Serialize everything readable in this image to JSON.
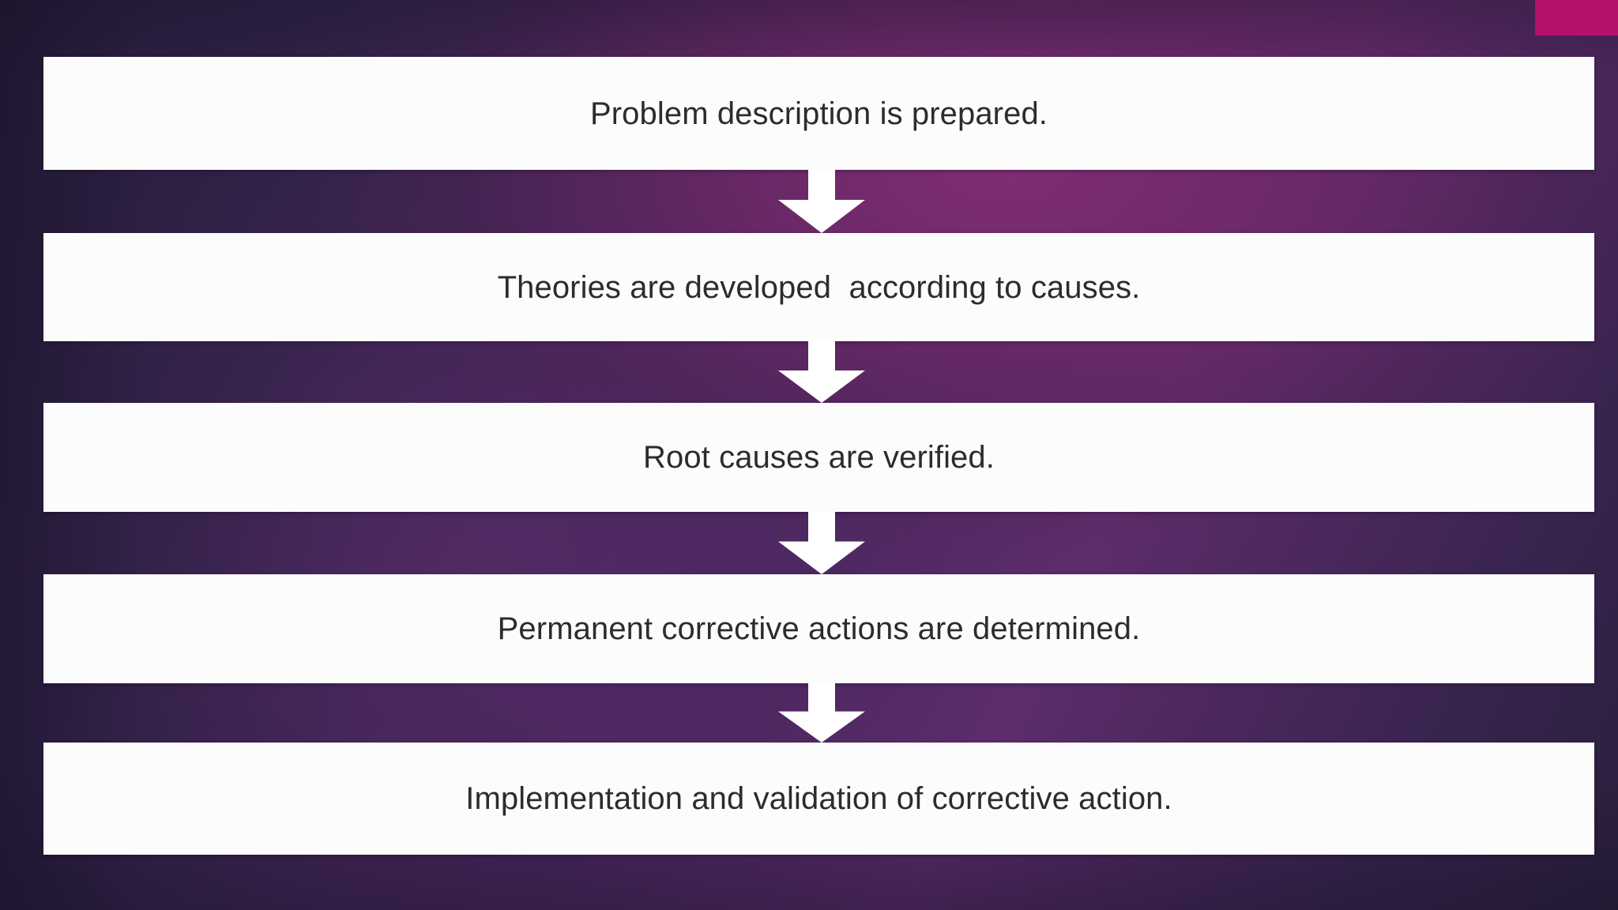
{
  "slide": {
    "background_gradient_from": "#2b2040",
    "background_gradient_mid": "#5d2c6c",
    "background_gradient_to": "#2a1f3c",
    "accent_color": "#b4116b",
    "box_fill": "#fdfcfd",
    "text_color": "#2c2c2c"
  },
  "accent": {
    "name": "top-right-accent-bar"
  },
  "flow": {
    "type": "vertical-process-flow",
    "steps": [
      {
        "id": 1,
        "label": "Problem description is prepared."
      },
      {
        "id": 2,
        "label": "Theories are developed  according to causes."
      },
      {
        "id": 3,
        "label": "Root causes are verified."
      },
      {
        "id": 4,
        "label": "Permanent corrective actions are determined."
      },
      {
        "id": 5,
        "label": "Implementation and validation of corrective action."
      }
    ],
    "connectors": [
      {
        "id": 1,
        "direction": "down"
      },
      {
        "id": 2,
        "direction": "down"
      },
      {
        "id": 3,
        "direction": "down"
      },
      {
        "id": 4,
        "direction": "down"
      }
    ]
  }
}
